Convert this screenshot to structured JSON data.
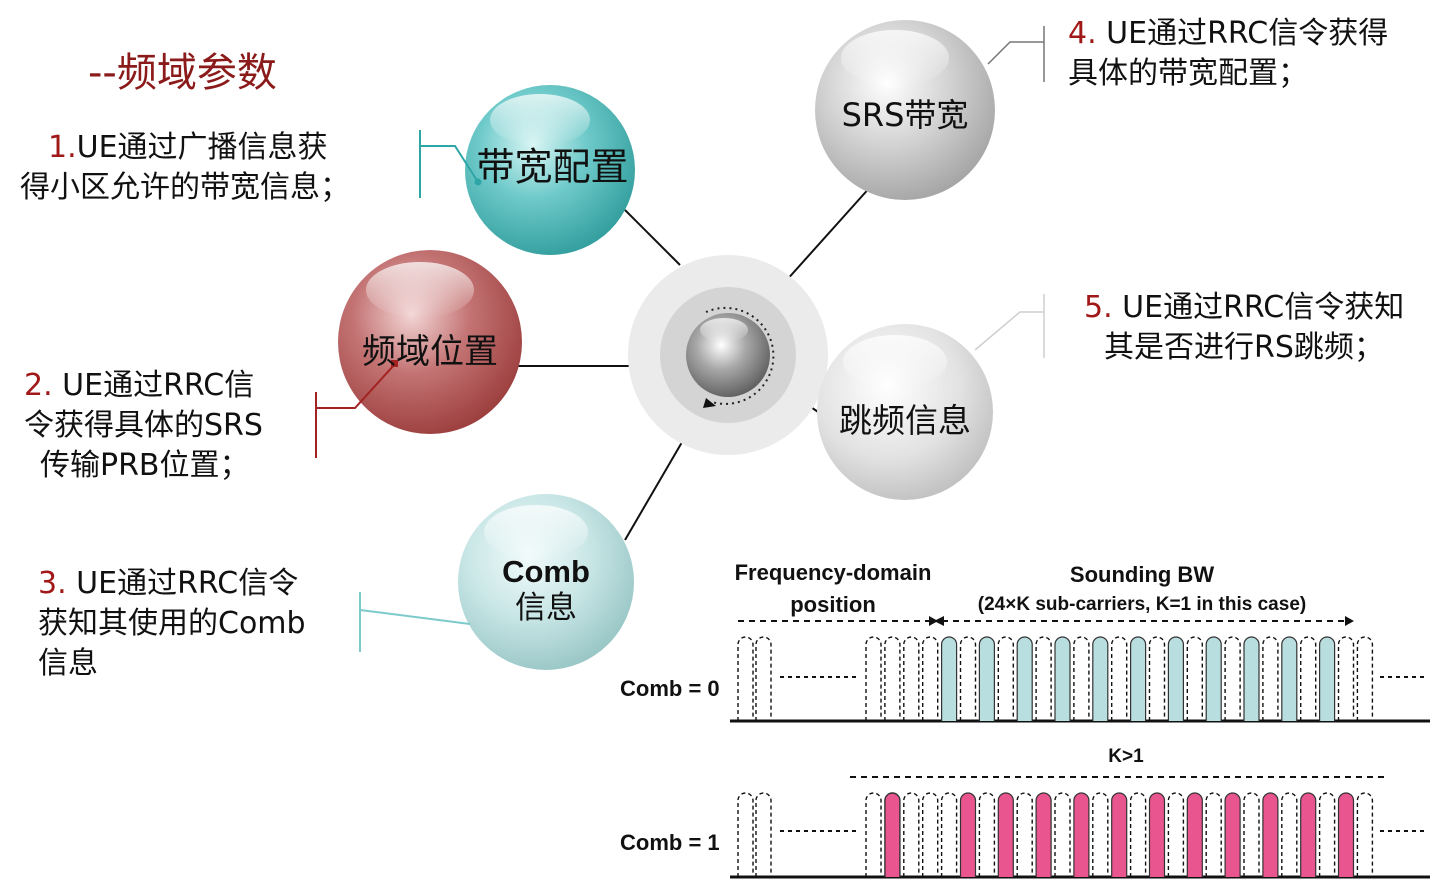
{
  "title": "--频域参数",
  "balls": {
    "bandwidth_config": "带宽配置",
    "freq_position": "频域位置",
    "comb_info_line1": "Comb",
    "comb_info_line2": "信息",
    "srs_bandwidth": "SRS带宽",
    "hopping_info": "跳频信息"
  },
  "notes": {
    "n1": {
      "num": "1.",
      "lines": [
        "UE通过广播信息获",
        "得小区允许的带宽信息；"
      ]
    },
    "n2": {
      "num": "2.",
      "lines": [
        " UE通过RRC信",
        "令获得具体的SRS",
        "传输PRB位置；"
      ]
    },
    "n3": {
      "num": "3.",
      "lines": [
        " UE通过RRC信令",
        "获知其使用的Comb",
        "信息"
      ]
    },
    "n4": {
      "num": "4.",
      "lines": [
        " UE通过RRC信令获得",
        "具体的带宽配置；"
      ]
    },
    "n5": {
      "num": "5.",
      "lines": [
        " UE通过RRC信令获知",
        "其是否进行RS跳频；"
      ]
    }
  },
  "freq_diagram": {
    "fd_position_line1": "Frequency-domain",
    "fd_position_line2": "position",
    "sounding_bw": "Sounding BW",
    "sounding_bw_detail": "(24×K sub-carriers, K=1 in this case)",
    "k_label": "K>1",
    "comb0_label": "Comb = 0",
    "comb1_label": "Comb = 1",
    "comb0_fill": "#B9DEDF",
    "comb1_fill": "#E8558F"
  },
  "colors": {
    "title": "#8B1A1A",
    "note_number": "#A01818",
    "teal_ball": "#3FB1B0",
    "red_ball": "#B04A4A",
    "grey_ball": "#BEBEBE"
  }
}
